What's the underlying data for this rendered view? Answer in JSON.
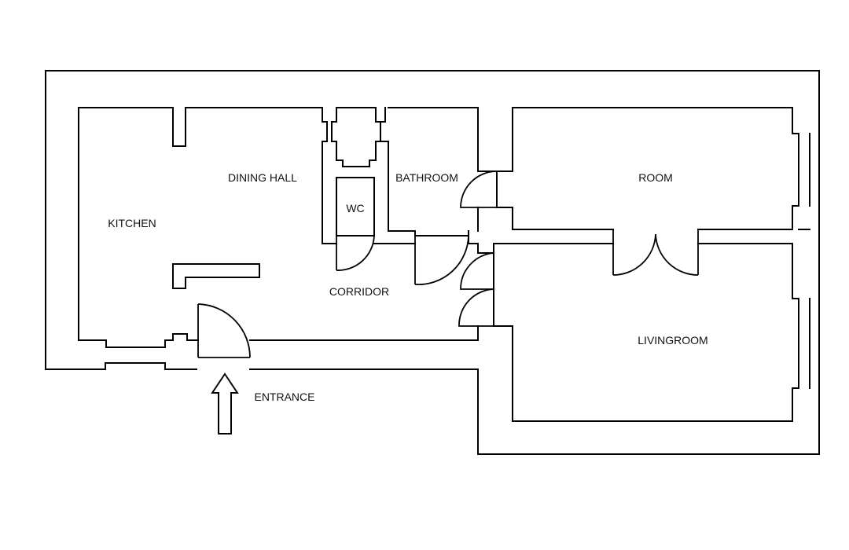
{
  "labels": {
    "kitchen": "KITCHEN",
    "dining_hall": "DINING HALL",
    "wc": "WC",
    "bathroom": "BATHROOM",
    "room": "ROOM",
    "corridor": "CORRIDOR",
    "livingroom": "LIVINGROOM",
    "entrance": "ENTRANCE"
  }
}
